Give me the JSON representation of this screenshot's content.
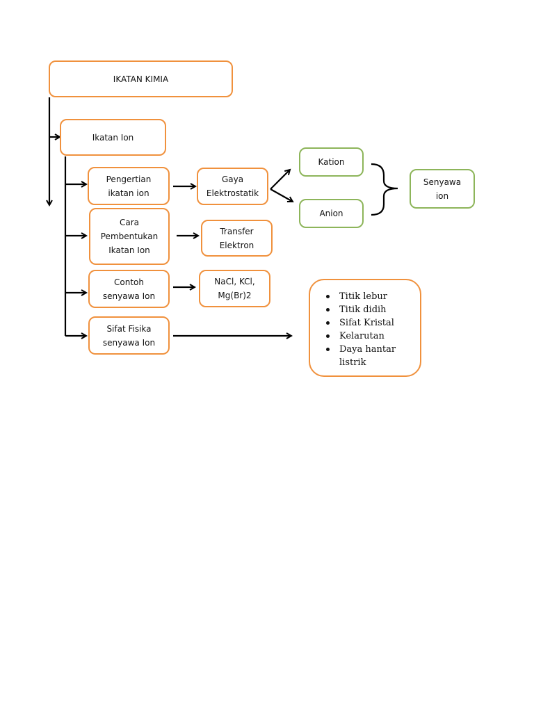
{
  "nodes": {
    "root": "IKATAN KIMIA",
    "ikatan_ion": "Ikatan Ion",
    "pengertian": "Pengertian\nikatan ion",
    "gaya": "Gaya\nElektrostatik",
    "kation": "Kation",
    "anion": "Anion",
    "senyawa_ion": "Senyawa\nion",
    "cara": "Cara\nPembentukan\nIkatan Ion",
    "transfer": "Transfer\nElektron",
    "contoh": "Contoh\nsenyawa Ion",
    "nacl": "NaCl, KCl,\nMg(Br)2",
    "sifat": "Sifat Fisika\nsenyawa Ion"
  },
  "properties_list": [
    "Titik lebur",
    "Titik didih",
    "Sifat Kristal",
    "Kelarutan",
    "Daya hantar\nlistrik"
  ],
  "colors": {
    "orange_border": "#F0913D",
    "green_border": "#8DB55A",
    "arrow": "#000000"
  }
}
